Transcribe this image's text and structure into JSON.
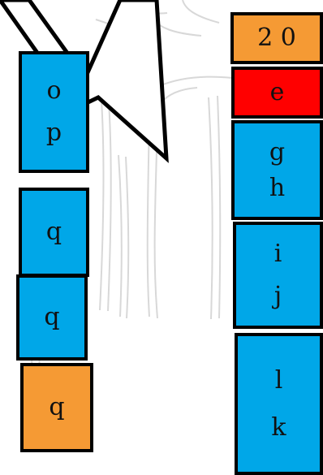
{
  "left_stack": [
    {
      "lines": [
        "o",
        "p"
      ],
      "color": "#00a7e8"
    },
    {
      "lines": [
        "q"
      ],
      "color": "#00a7e8"
    },
    {
      "lines": [
        "q"
      ],
      "color": "#00a7e8"
    },
    {
      "lines": [
        "q"
      ],
      "color": "#f59a34"
    }
  ],
  "right_stack": [
    {
      "lines": [
        "2 0"
      ],
      "color": "#f59a34"
    },
    {
      "lines": [
        "e"
      ],
      "color": "#ff0000"
    },
    {
      "lines": [
        "g",
        "h"
      ],
      "color": "#00a7e8"
    },
    {
      "lines": [
        "i",
        "j"
      ],
      "color": "#00a7e8"
    },
    {
      "lines": [
        "l",
        "k"
      ],
      "color": "#00a7e8"
    }
  ]
}
